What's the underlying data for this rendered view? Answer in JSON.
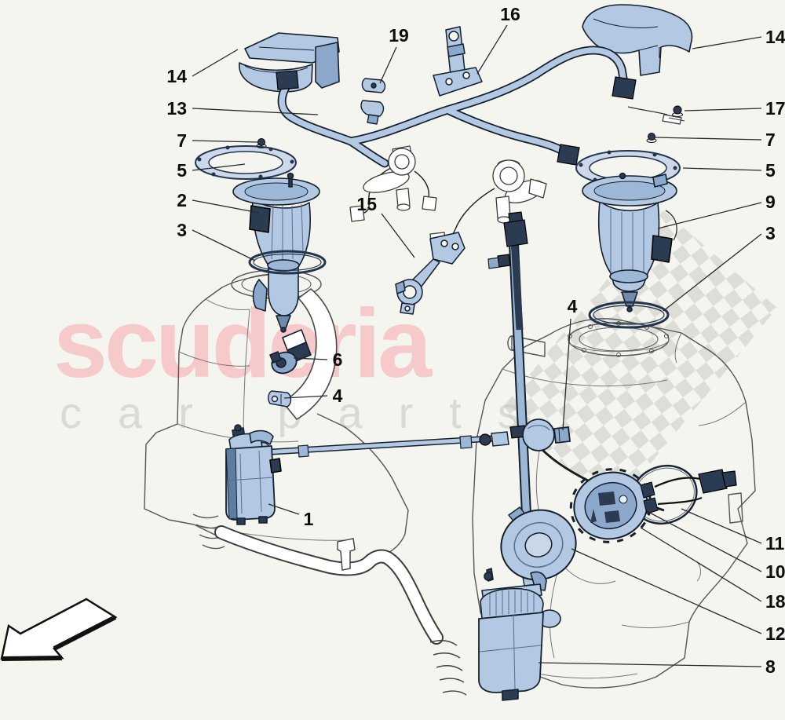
{
  "watermark": {
    "title": "scuderia",
    "subtitle": "car parts",
    "title_color": "#f6c9cb",
    "subtitle_color": "#d9d9d5"
  },
  "colors": {
    "background": "#f4f5ee",
    "part_fill": "#b3c8e2",
    "part_shade": "#8ca9cb",
    "part_dark": "#2b3b51",
    "part_outline": "#15202e",
    "tank_line": "#555555",
    "label_color": "#0d0d0d",
    "checker": "#c6c6c0"
  },
  "callouts": [
    "14",
    "13",
    "7",
    "5",
    "2",
    "3",
    "19",
    "16",
    "14",
    "17",
    "7",
    "5",
    "9",
    "3",
    "15",
    "4",
    "6",
    "4",
    "1",
    "11",
    "10",
    "18",
    "12",
    "8"
  ]
}
